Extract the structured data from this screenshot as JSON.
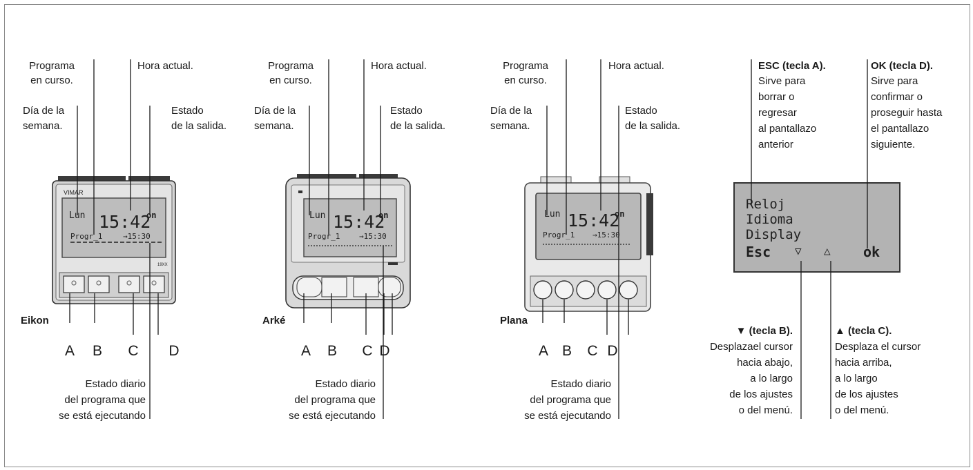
{
  "panels": [
    {
      "programa": [
        "Programa",
        "en curso."
      ],
      "hora": "Hora actual.",
      "dia": [
        "Día de la",
        "semana."
      ],
      "estado": [
        "Estado",
        "de la salida."
      ],
      "brand": "Eikon",
      "keys": [
        "A",
        "B",
        "C",
        "D"
      ],
      "diario": [
        "Estado diario",
        "del programa que",
        "se está ejecutando"
      ],
      "lcd": {
        "day": "Lun",
        "time": "15:42",
        "out": "on",
        "prog": "Progr_1",
        "next": "→15:30"
      },
      "maker": "VIMAR",
      "code": "19XX"
    },
    {
      "programa": [
        "Programa",
        "en curso."
      ],
      "hora": "Hora actual.",
      "dia": [
        "Día de la",
        "semana."
      ],
      "estado": [
        "Estado",
        "de la salida."
      ],
      "brand": "Arké",
      "keys": [
        "A",
        "B",
        "C",
        "D"
      ],
      "diario": [
        "Estado diario",
        "del programa que",
        "se está ejecutando"
      ],
      "lcd": {
        "day": "Lun",
        "time": "15:42",
        "out": "on",
        "prog": "Progr_1",
        "next": "→15:30"
      }
    },
    {
      "programa": [
        "Programa",
        "en curso."
      ],
      "hora": "Hora actual.",
      "dia": [
        "Día de la",
        "semana."
      ],
      "estado": [
        "Estado",
        "de la salida."
      ],
      "brand": "Plana",
      "keys": [
        "A",
        "B",
        "C",
        "D"
      ],
      "diario": [
        "Estado diario",
        "del programa que",
        "se está ejecutando"
      ],
      "lcd": {
        "day": "Lun",
        "time": "15:42",
        "out": "on",
        "prog": "Progr_1",
        "next": "→15:30"
      }
    }
  ],
  "menu_panel": {
    "esc_title": "ESC (tecla A).",
    "esc_desc": [
      "Sirve para",
      "borrar o",
      "regresar",
      "al pantallazo",
      "anterior"
    ],
    "ok_title": "OK (tecla D).",
    "ok_desc": [
      "Sirve para",
      "confirmar o",
      "proseguir hasta",
      "el pantallazo",
      "siguiente."
    ],
    "menu_items": [
      "Reloj",
      "Idioma",
      "Display"
    ],
    "soft_keys": [
      "Esc",
      "▽",
      "△",
      "ok"
    ],
    "down_title": "▼ (tecla B).",
    "down_desc": [
      "Desplazael cursor",
      "hacia abajo,",
      "a lo largo",
      "de los ajustes",
      "o del menú."
    ],
    "up_title": "▲ (tecla C).",
    "up_desc": [
      "Desplaza el cursor",
      "hacia arriba,",
      "a lo largo",
      "de los ajustes",
      "o del menú."
    ]
  }
}
